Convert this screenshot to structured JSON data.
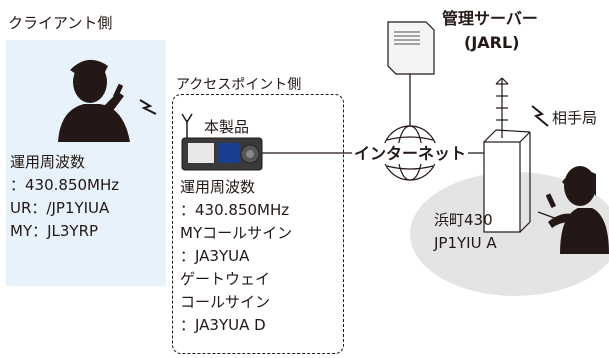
{
  "client": {
    "title": "クライアント側",
    "lines": [
      "運用周波数",
      "：430.850MHz",
      "UR：/JP1YIUA",
      "MY：JL3YRP"
    ]
  },
  "access_point": {
    "title": "アクセスポイント側",
    "device_label": "本製品",
    "lines": [
      "運用周波数",
      "：430.850MHz",
      "MYコールサイン",
      "：JA3YUA",
      "ゲートウェイ",
      "コールサイン",
      "：JA3YUA D"
    ]
  },
  "server": {
    "label_line1": "管理サーバー",
    "label_line2": "(JARL)"
  },
  "internet": {
    "label": "インターネット"
  },
  "remote": {
    "station_label": "相手局",
    "lines": [
      "浜町430",
      "JP1YIU A"
    ]
  },
  "colors": {
    "client_panel": "#e8f2fb",
    "remote_ellipse": "#e4e4e4",
    "ink": "#231815",
    "device_screen": "#1a3f8f"
  }
}
